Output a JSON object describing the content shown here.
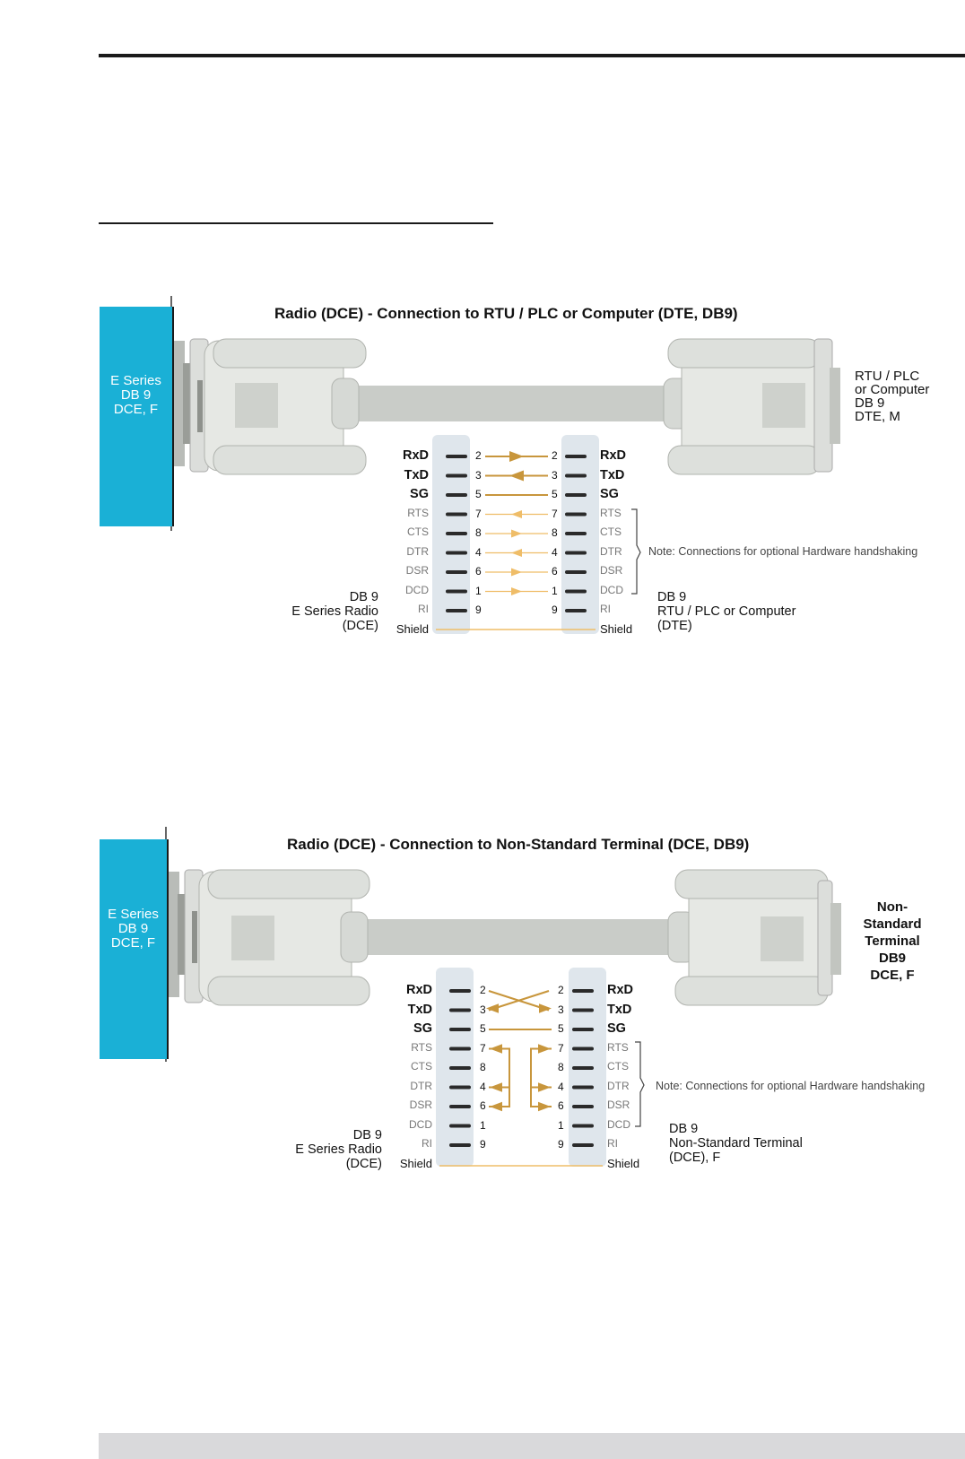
{
  "colors": {
    "panel": "#1ab0d6",
    "wire": "#c8963c",
    "wire_light": "#efbd68",
    "connector": "#e2e4e0",
    "connector_shade": "#b9bcb8"
  },
  "diagrams": [
    {
      "title": "Radio (DCE) - Connection to RTU / PLC or Computer (DTE, DB9)",
      "panel_label": [
        "E Series",
        "DB 9",
        "DCE, F"
      ],
      "right_device": [
        "RTU / PLC",
        "or Computer",
        "DB 9",
        "DTE, M"
      ],
      "left_caption": [
        "DB 9",
        "E Series Radio",
        "(DCE)"
      ],
      "right_caption": [
        "DB 9",
        "RTU / PLC or Computer",
        "(DTE)"
      ],
      "note": "Note: Connections for optional Hardware handshaking",
      "pins_left": [
        {
          "name": "RxD",
          "num": "2"
        },
        {
          "name": "TxD",
          "num": "3"
        },
        {
          "name": "SG",
          "num": "5"
        },
        {
          "name": "RTS",
          "num": "7"
        },
        {
          "name": "CTS",
          "num": "8"
        },
        {
          "name": "DTR",
          "num": "4"
        },
        {
          "name": "DSR",
          "num": "6"
        },
        {
          "name": "DCD",
          "num": "1"
        },
        {
          "name": "RI",
          "num": "9"
        },
        {
          "name": "Shield",
          "num": ""
        }
      ],
      "pins_right": [
        {
          "name": "RxD",
          "num": "2"
        },
        {
          "name": "TxD",
          "num": "3"
        },
        {
          "name": "SG",
          "num": "5"
        },
        {
          "name": "RTS",
          "num": "7"
        },
        {
          "name": "CTS",
          "num": "8"
        },
        {
          "name": "DTR",
          "num": "4"
        },
        {
          "name": "DSR",
          "num": "6"
        },
        {
          "name": "DCD",
          "num": "1"
        },
        {
          "name": "RI",
          "num": "9"
        },
        {
          "name": "Shield",
          "num": ""
        }
      ]
    },
    {
      "title": "Radio (DCE) - Connection to Non-Standard Terminal (DCE, DB9)",
      "panel_label": [
        "E Series",
        "DB 9",
        "DCE, F"
      ],
      "right_device": [
        "Non-",
        "Standard",
        "Terminal",
        "DB9",
        "DCE, F"
      ],
      "left_caption": [
        "DB 9",
        "E Series Radio",
        "(DCE)"
      ],
      "right_caption": [
        "DB 9",
        "Non-Standard Terminal",
        "(DCE), F"
      ],
      "note": "Note: Connections for optional Hardware handshaking",
      "pins_left": [
        {
          "name": "RxD",
          "num": "2"
        },
        {
          "name": "TxD",
          "num": "3"
        },
        {
          "name": "SG",
          "num": "5"
        },
        {
          "name": "RTS",
          "num": "7"
        },
        {
          "name": "CTS",
          "num": "8"
        },
        {
          "name": "DTR",
          "num": "4"
        },
        {
          "name": "DSR",
          "num": "6"
        },
        {
          "name": "DCD",
          "num": "1"
        },
        {
          "name": "RI",
          "num": "9"
        },
        {
          "name": "Shield",
          "num": ""
        }
      ],
      "pins_right": [
        {
          "name": "RxD",
          "num": "2"
        },
        {
          "name": "TxD",
          "num": "3"
        },
        {
          "name": "SG",
          "num": "5"
        },
        {
          "name": "RTS",
          "num": "7"
        },
        {
          "name": "CTS",
          "num": "8"
        },
        {
          "name": "DTR",
          "num": "4"
        },
        {
          "name": "DSR",
          "num": "6"
        },
        {
          "name": "DCD",
          "num": "1"
        },
        {
          "name": "RI",
          "num": "9"
        },
        {
          "name": "Shield",
          "num": ""
        }
      ]
    }
  ]
}
